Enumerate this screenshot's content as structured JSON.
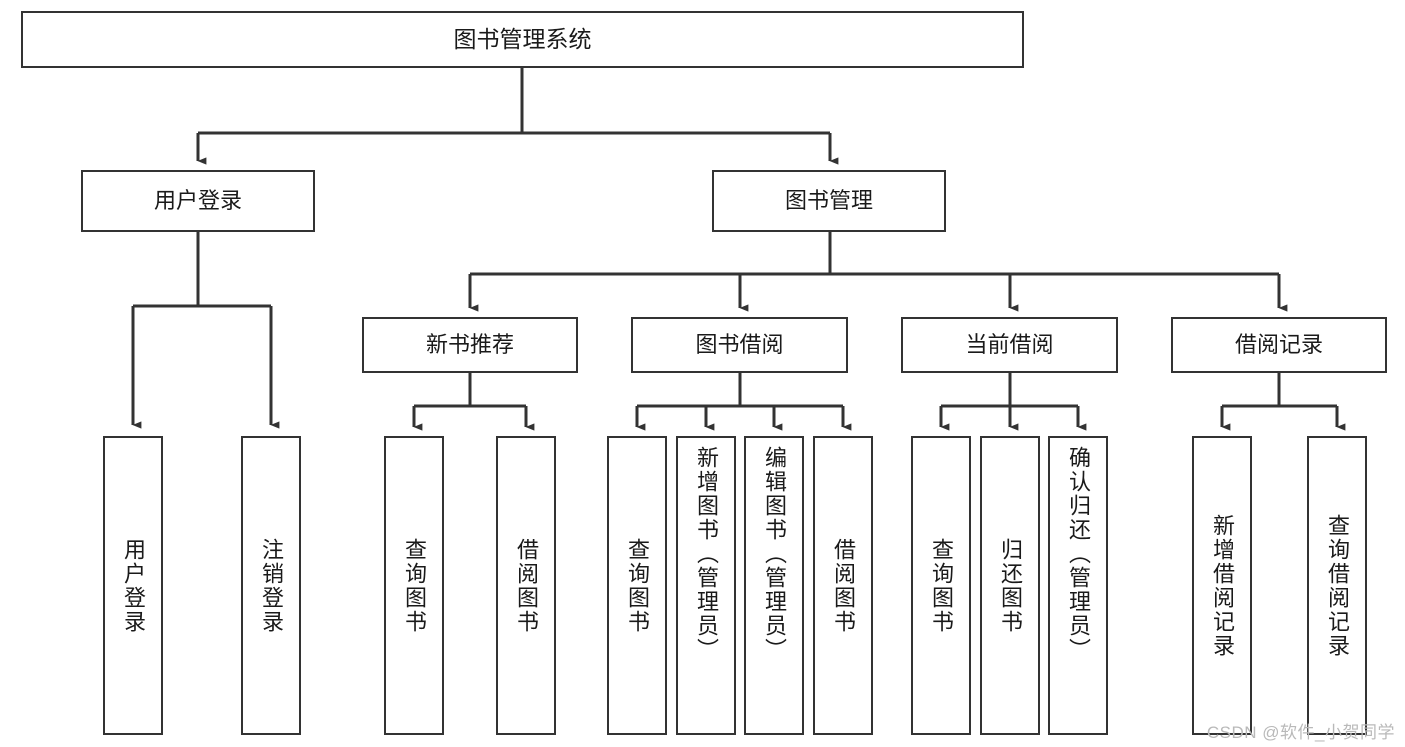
{
  "diagram": {
    "title": "图书管理系统",
    "watermark": "CSDN @软件_小贺同学",
    "line_color": "#333333",
    "box_fill": "#ffffff",
    "text_color": "#1a1a1a",
    "levels": {
      "root": {
        "label": "图书管理系统"
      },
      "level2": [
        {
          "label": "用户登录"
        },
        {
          "label": "图书管理"
        }
      ],
      "level3": [
        {
          "label": "新书推荐"
        },
        {
          "label": "图书借阅"
        },
        {
          "label": "当前借阅"
        },
        {
          "label": "借阅记录"
        }
      ],
      "leaves": {
        "user_login": [
          {
            "label": "用户登录"
          },
          {
            "label": "注销登录"
          }
        ],
        "new_book_recommend": [
          {
            "label": "查询图书"
          },
          {
            "label": "借阅图书"
          }
        ],
        "book_borrow": [
          {
            "label": "查询图书"
          },
          {
            "label": "新增图书（管理员）"
          },
          {
            "label": "编辑图书（管理员）"
          },
          {
            "label": "借阅图书"
          }
        ],
        "current_borrow": [
          {
            "label": "查询图书"
          },
          {
            "label": "归还图书"
          },
          {
            "label": "确认归还（管理员）"
          }
        ],
        "borrow_record": [
          {
            "label": "新增借阅记录"
          },
          {
            "label": "查询借阅记录"
          }
        ]
      }
    }
  }
}
